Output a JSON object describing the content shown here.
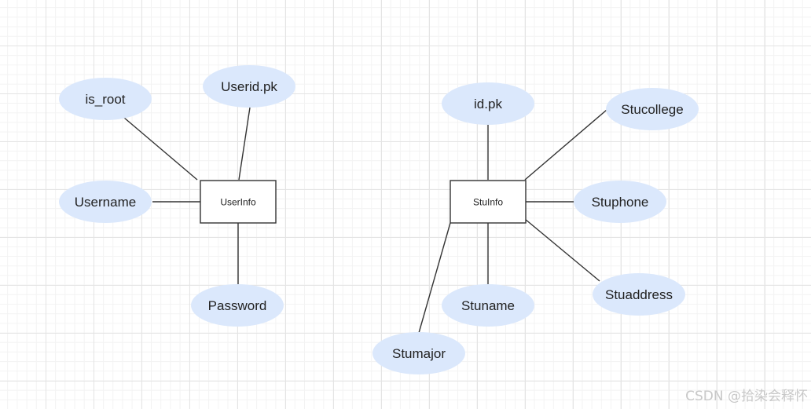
{
  "diagram": {
    "entities": {
      "userinfo": {
        "name": "UserInfo",
        "attributes": {
          "is_root": "is_root",
          "userid": "Userid.pk",
          "username": "Username",
          "password": "Password"
        }
      },
      "stuinfo": {
        "name": "StuInfo",
        "attributes": {
          "id": "id.pk",
          "stucollege": "Stucollege",
          "stuphone": "Stuphone",
          "stuaddress": "Stuaddress",
          "stuname": "Stuname",
          "stumajor": "Stumajor"
        }
      }
    },
    "colors": {
      "attribute_fill": "#dbe8fc",
      "line": "#333333",
      "entity_fill": "#ffffff"
    }
  },
  "watermark": "CSDN @拾染会释怀"
}
